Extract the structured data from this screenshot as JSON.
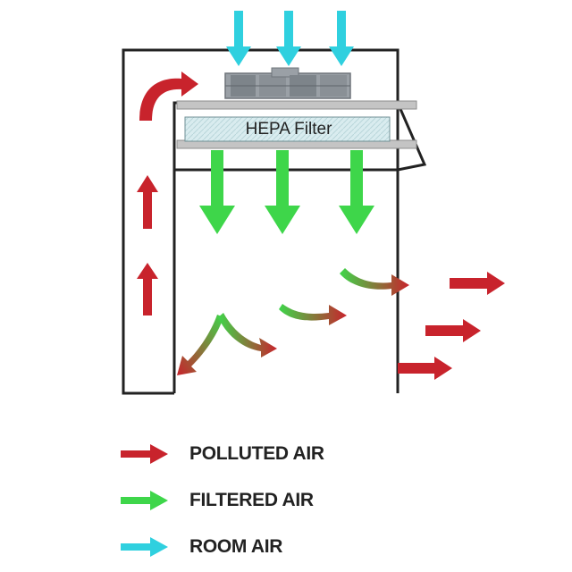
{
  "diagram": {
    "filter_label": "HEPA Filter",
    "colors": {
      "polluted": "#c8232c",
      "filtered": "#3ed64a",
      "room": "#2fd0df",
      "cabinet": "#222222",
      "shelf": "#bcbcbc",
      "filter_fill": "#d9ecef"
    }
  },
  "legend": {
    "items": [
      {
        "label": "POLLUTED AIR",
        "icon": "red-arrow-icon"
      },
      {
        "label": "FILTERED AIR",
        "icon": "green-arrow-icon"
      },
      {
        "label": "ROOM AIR",
        "icon": "cyan-arrow-icon"
      }
    ]
  }
}
